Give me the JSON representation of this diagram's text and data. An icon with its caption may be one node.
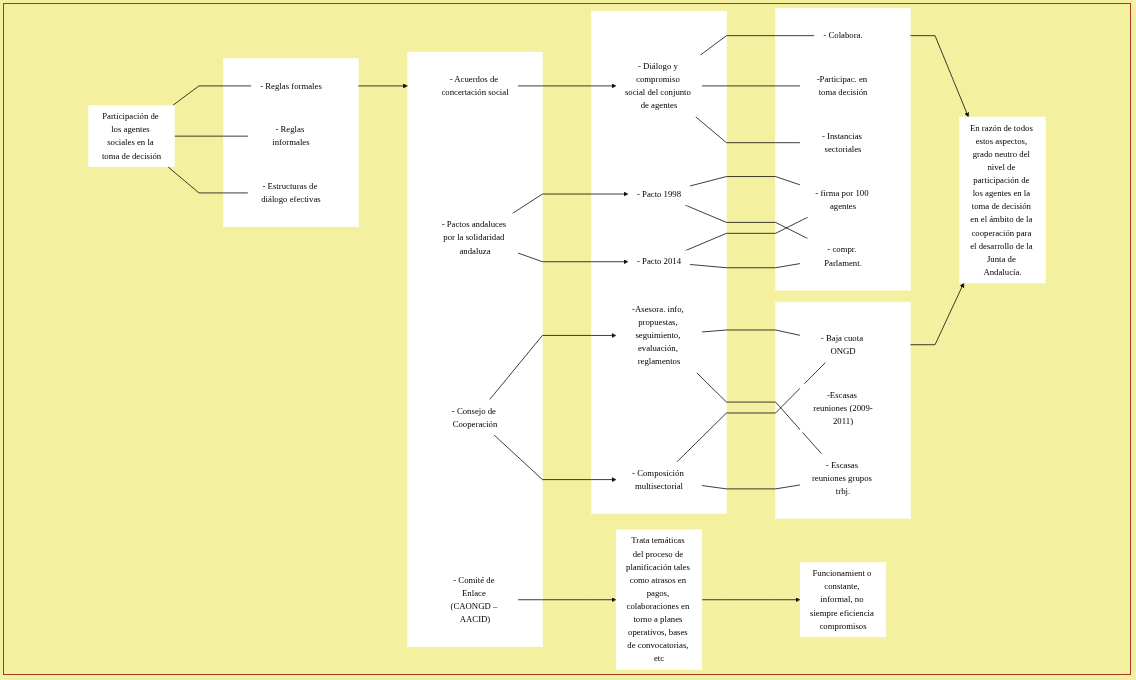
{
  "diagram": {
    "nodes": [
      {
        "text": [
          "Participación de los agentes sociales en la toma de decisión"
        ]
      },
      {
        "text": [],
        "shape": "box"
      },
      {
        "text": [
          "- Reglas formales"
        ],
        "in": 1
      },
      {
        "text": [
          "- Reglas informales"
        ],
        "in": 1
      },
      {
        "text": [
          "- Estructuras de diálogo efectivas"
        ],
        "in": 1
      },
      {
        "text": [],
        "shape": "box"
      },
      {
        "text": [
          "- Acuerdos de concertación social"
        ],
        "in": 5
      },
      {
        "text": [
          "- Pactos andaluces por la solidaridad andaluza"
        ],
        "in": 5
      },
      {
        "text": [
          "- Consejo de Cooperación"
        ],
        "in": 5
      },
      {
        "text": [
          "- Comité de Enlace (CAONGD – AACID)"
        ],
        "in": 5
      },
      {
        "text": [],
        "shape": "box"
      },
      {
        "text": [
          "- Diálogo y compromiso social del conjunto de agentes"
        ],
        "in": 10
      },
      {
        "text": [
          "- Pacto 1998"
        ],
        "in": 10
      },
      {
        "text": [
          "- Pacto 2014"
        ],
        "in": 10
      },
      {
        "text": [
          "-Asesora. info, propuestas, seguimiento, evaluación, reglamentos"
        ],
        "in": 10
      },
      {
        "text": [
          "- Composición multisectorial"
        ],
        "in": 10
      },
      {
        "text": [],
        "shape": "box"
      },
      {
        "text": [
          "- Colabora."
        ],
        "in": 16
      },
      {
        "text": [
          "-Participac. en toma decisión"
        ],
        "in": 16
      },
      {
        "text": [
          "- Instancias sectoriales"
        ],
        "in": 16
      },
      {
        "text": [
          "- firma por 100 agentes"
        ],
        "in": 16
      },
      {
        "text": [
          "- compr. Parlament."
        ],
        "in": 16
      },
      {
        "text": [
          "En razón de todos estos aspectos, grado neutro del nivel de participación de los agentes en la toma de decisión en el ámbito de la cooperación para el desarrollo de la Junta de Andalucía."
        ]
      },
      {
        "text": [
          "Trata temáticas del proceso de planificación tales como atrasos en pagos, colaboraciones en torno a planes operativos, bases de convocatorias, etc"
        ]
      },
      {
        "text": [
          "Funcionamient o constante, informal, no siempre eficiencia compromisos"
        ]
      },
      {
        "text": [],
        "shape": "box"
      },
      {
        "text": [
          "- Baja cuota ONGD"
        ],
        "in": 25
      },
      {
        "text": [
          "-Escasas reuniones (2009-2011)"
        ],
        "in": 25
      },
      {
        "text": [
          "- Escasas reuniones grupos trbj."
        ],
        "in": 25
      }
    ],
    "edges": [
      {
        "from": 0,
        "to": 2,
        "arrow": "none"
      },
      {
        "from": 0,
        "to": 3,
        "arrow": "none"
      },
      {
        "from": 0,
        "to": 4,
        "arrow": "none"
      },
      {
        "from": 1,
        "to": 5,
        "arrow": "to"
      },
      {
        "from": 6,
        "to": 11,
        "arrow": "to"
      },
      {
        "from": 7,
        "to": 12,
        "arrow": "to"
      },
      {
        "from": 7,
        "to": 13,
        "arrow": "to"
      },
      {
        "from": 8,
        "to": 14,
        "arrow": "to"
      },
      {
        "from": 8,
        "to": 15,
        "arrow": "to"
      },
      {
        "from": 9,
        "to": 23,
        "arrow": "to"
      },
      {
        "from": 23,
        "to": 24,
        "arrow": "to"
      },
      {
        "from": 11,
        "to": 17,
        "arrow": "none"
      },
      {
        "from": 11,
        "to": 18,
        "arrow": "none"
      },
      {
        "from": 11,
        "to": 19,
        "arrow": "none"
      },
      {
        "from": 12,
        "to": 20,
        "arrow": "none"
      },
      {
        "from": 13,
        "to": 20,
        "arrow": "none"
      },
      {
        "from": 12,
        "to": 21,
        "arrow": "none"
      },
      {
        "from": 13,
        "to": 21,
        "arrow": "none"
      },
      {
        "from": 14,
        "to": 26,
        "arrow": "none"
      },
      {
        "from": 15,
        "to": 26,
        "arrow": "none"
      },
      {
        "from": 14,
        "to": 28,
        "arrow": "none"
      },
      {
        "from": 15,
        "to": 28,
        "arrow": "none"
      },
      {
        "from": 16,
        "to": 22,
        "arrow": "to"
      },
      {
        "from": 25,
        "to": 22,
        "arrow": "to"
      }
    ]
  }
}
